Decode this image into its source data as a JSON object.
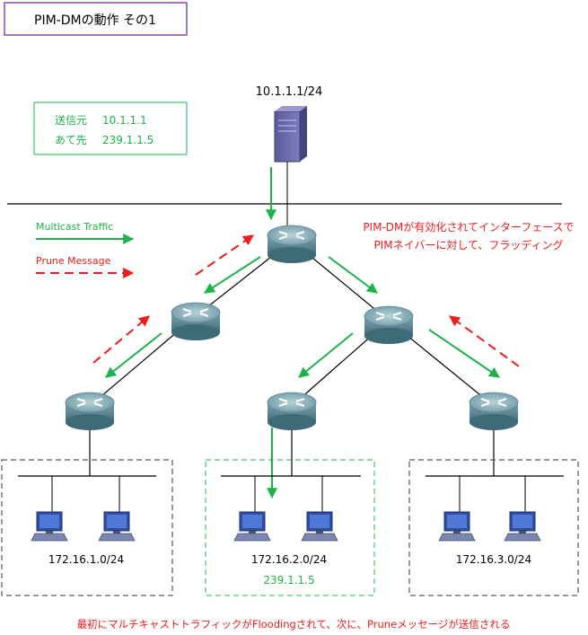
{
  "title": "PIM-DMの動作 その1",
  "server": {
    "label": "10.1.1.1/24"
  },
  "info": {
    "source_label": "送信元",
    "source_value": "10.1.1.1",
    "dest_label": "あて先",
    "dest_value": "239.1.1.5"
  },
  "legend": {
    "multicast": "Multicast Traffic",
    "prune": "Prune Message"
  },
  "note": {
    "line1": "PIM-DMが有効化されてインターフェースで",
    "line2": "PIMネイバーに対して、フラッディング"
  },
  "segments": [
    {
      "network": "172.16.1.0/24",
      "group": ""
    },
    {
      "network": "172.16.2.0/24",
      "group": "239.1.1.5"
    },
    {
      "network": "172.16.3.0/24",
      "group": ""
    }
  ],
  "caption": "最初にマルチキャストトラフィックがFloodingされて、次に、Pruneメッセージが送信される",
  "colors": {
    "multicast": "#1db34a",
    "prune": "#ee1c1c",
    "title_border": "#7030a0"
  },
  "icons": {
    "router": "router-icon",
    "server": "server-icon",
    "pc": "pc-icon"
  }
}
